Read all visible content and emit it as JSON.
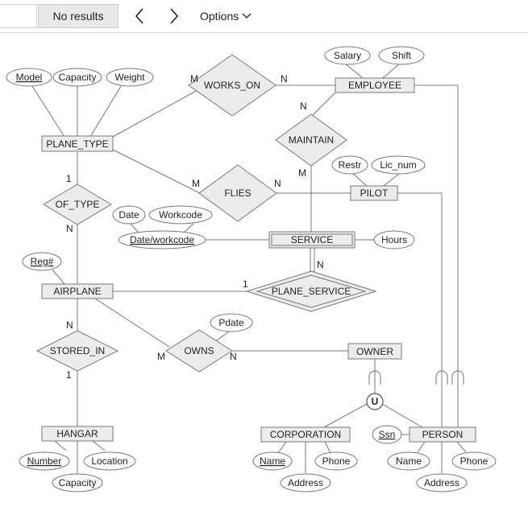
{
  "toolbar": {
    "results_label": "No results",
    "options_label": "Options"
  },
  "entities": {
    "plane_type": "PLANE_TYPE",
    "employee": "EMPLOYEE",
    "pilot": "PILOT",
    "service": "SERVICE",
    "airplane": "AIRPLANE",
    "owner": "OWNER",
    "hangar": "HANGAR",
    "corporation": "CORPORATION",
    "person": "PERSON"
  },
  "relationships": {
    "works_on": "WORKS_ON",
    "maintain": "MAINTAIN",
    "flies": "FLIES",
    "of_type": "OF_TYPE",
    "plane_service": "PLANE_SERVICE",
    "stored_in": "STORED_IN",
    "owns": "OWNS"
  },
  "attributes": {
    "model": "Model",
    "capacity": "Capacity",
    "weight": "Weight",
    "salary": "Salary",
    "shift": "Shift",
    "restr": "Restr",
    "lic_num": "Lic_num",
    "date": "Date",
    "workcode": "Workcode",
    "date_workcode": "Date/workcode",
    "hours": "Hours",
    "reg_num": "Reg#",
    "pdate": "Pdate",
    "number": "Number",
    "location": "Location",
    "hangar_capacity": "Capacity",
    "corp_name": "Name",
    "corp_phone": "Phone",
    "corp_address": "Address",
    "ssn": "Ssn",
    "person_name": "Name",
    "person_phone": "Phone",
    "person_address": "Address"
  },
  "cardinalities": {
    "works_on_left": "M",
    "works_on_right": "N",
    "maintain_top": "N",
    "maintain_bottom": "M",
    "flies_left": "M",
    "flies_right": "N",
    "of_type_top": "1",
    "of_type_bottom": "N",
    "plane_service_left": "1",
    "plane_service_top": "N",
    "stored_in_top": "N",
    "stored_in_bottom": "1",
    "owns_left": "M",
    "owns_right": "N"
  },
  "union_label": "U"
}
